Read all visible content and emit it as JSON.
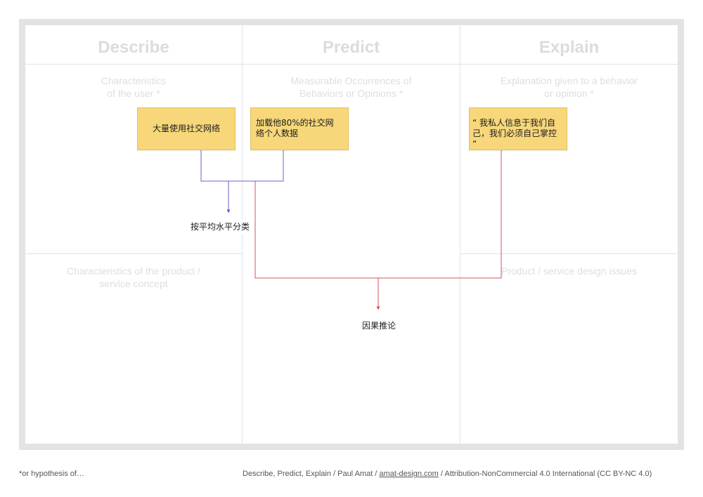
{
  "columns": [
    {
      "title": "Describe",
      "top_label": "Characteristics\nof the user *",
      "bottom_label": "Characteristics of the product /\nservice concept"
    },
    {
      "title": "Predict",
      "top_label": "Measurable Occurrences of\nBehaviors or Opinions *",
      "bottom_label": ""
    },
    {
      "title": "Explain",
      "top_label": "Explanation given to a behavior\nor opinion *",
      "bottom_label": "Product / service design issues"
    }
  ],
  "notes": {
    "describe": "大量使用社交网络",
    "predict": "加载他80%的社交网络个人数据",
    "explain": "“ 我私人信息于我们自己，我们必须自己掌控 “"
  },
  "edges": {
    "classification_label": "按平均水平分类",
    "causal_label": "因果推论",
    "classification_color": "#6a5fd0",
    "causal_color": "#d2545a"
  },
  "footer": {
    "note": "*or hypothesis of…",
    "credit_prefix": "Describe, Predict, Explain / Paul Amat / ",
    "credit_link": "amat-design.com",
    "credit_suffix": " / Attribution-NonCommercial 4.0 International (CC BY-NC 4.0)"
  }
}
